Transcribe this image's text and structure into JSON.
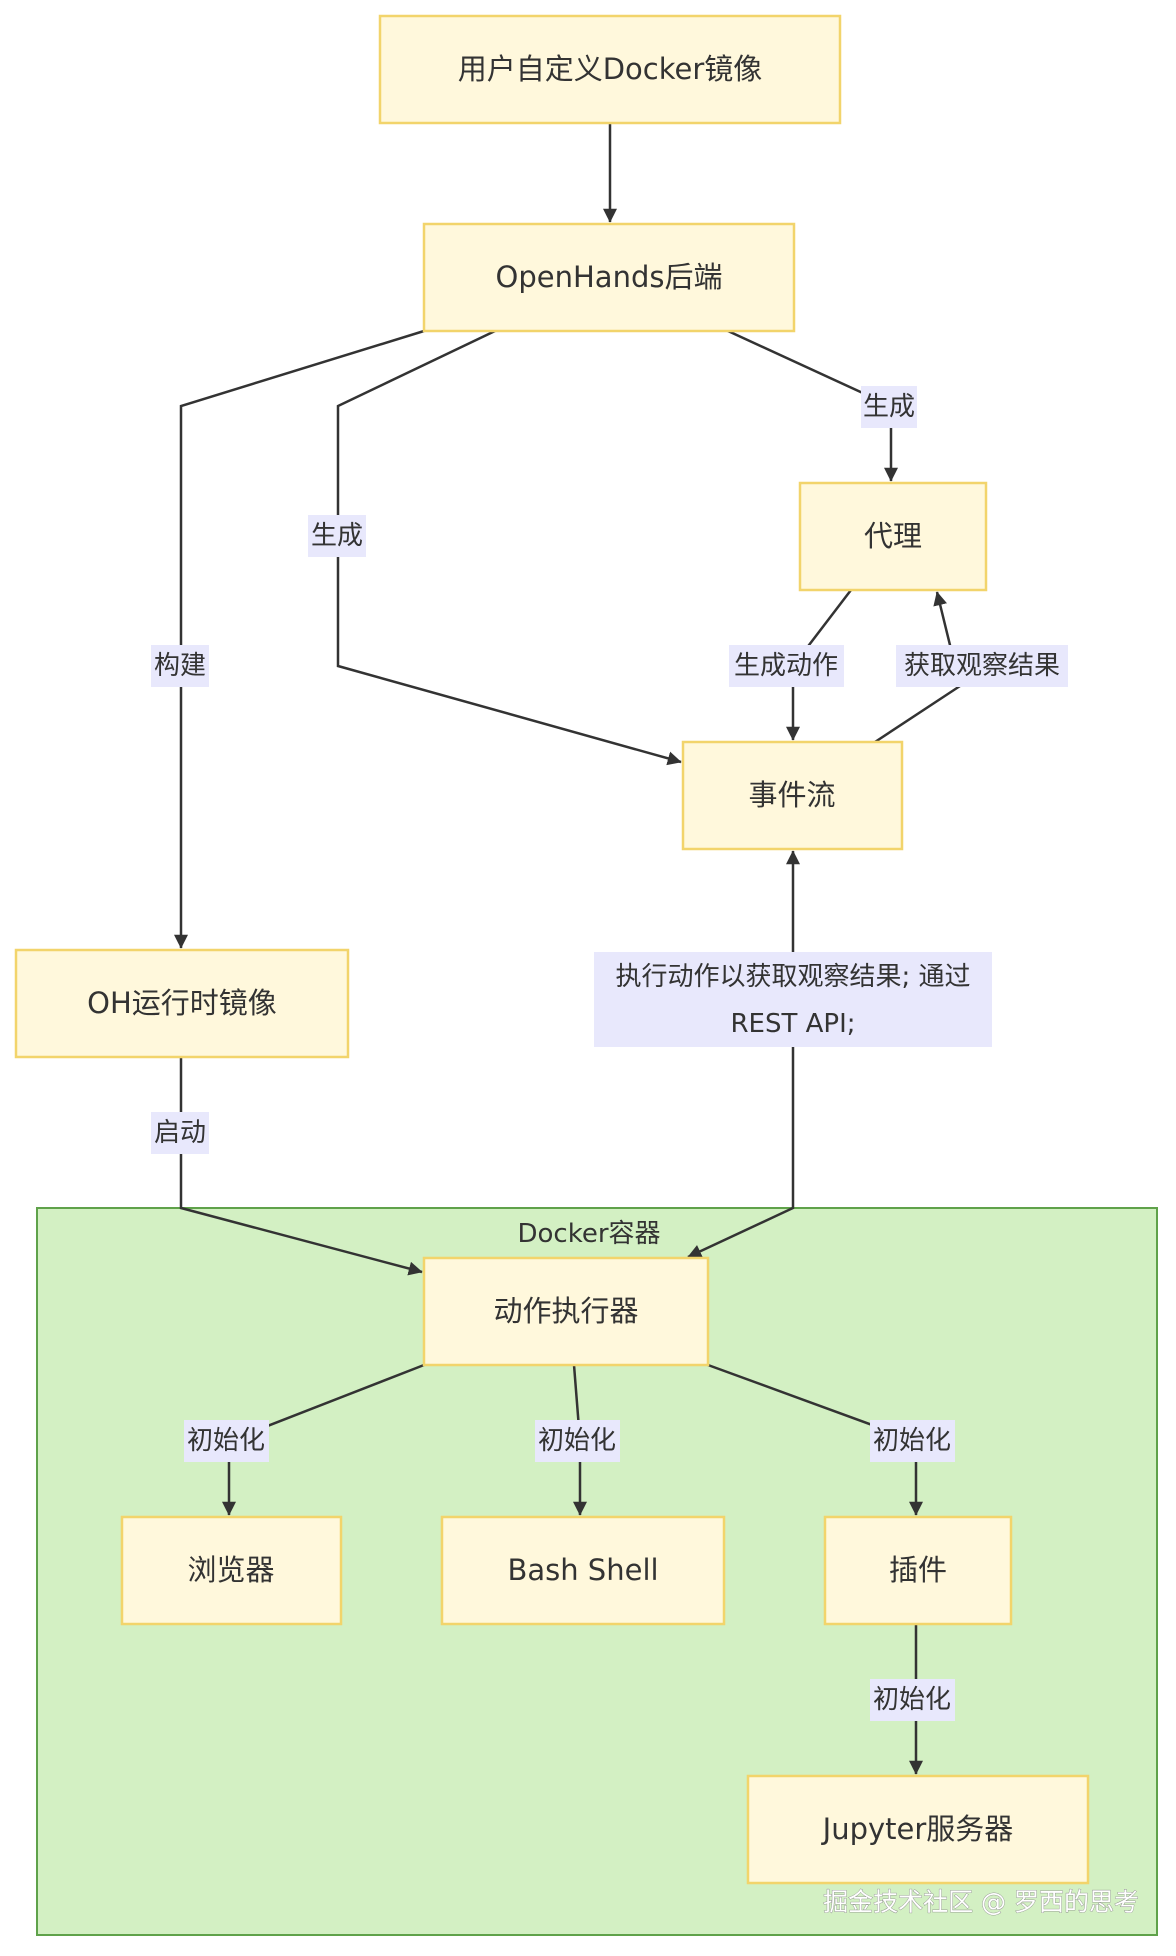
{
  "diagram": {
    "nodes": {
      "custom_image": "用户自定义Docker镜像",
      "backend": "OpenHands后端",
      "agent": "代理",
      "event_stream": "事件流",
      "runtime_image": "OH运行时镜像",
      "action_executor": "动作执行器",
      "browser": "浏览器",
      "bash_shell": "Bash Shell",
      "plugins": "插件",
      "jupyter_server": "Jupyter服务器"
    },
    "cluster": {
      "label": "Docker容器"
    },
    "edge_labels": {
      "backend_to_agent": "生成",
      "backend_to_event_stream": "生成",
      "backend_to_runtime_image": "构建",
      "agent_to_event_stream": "生成动作",
      "event_stream_to_agent": "获取观察结果",
      "executor_event_stream": [
        "执行动作以获取观察结果; 通过",
        "REST API;"
      ],
      "runtime_image_to_executor": "启动",
      "executor_to_browser": "初始化",
      "executor_to_bash": "初始化",
      "executor_to_plugins": "初始化",
      "plugins_to_jupyter": "初始化"
    },
    "watermark": "掘金技术社区 @ 罗西的思考"
  },
  "colors": {
    "node_fill": "#fff8dc",
    "node_stroke": "#f2d46b",
    "cluster_fill": "#d3f0c3",
    "cluster_stroke": "#5fa24a",
    "edge_label_bg": "#e8e8fc",
    "text": "#333333",
    "edge": "#333333",
    "watermark": "#ffffff"
  }
}
